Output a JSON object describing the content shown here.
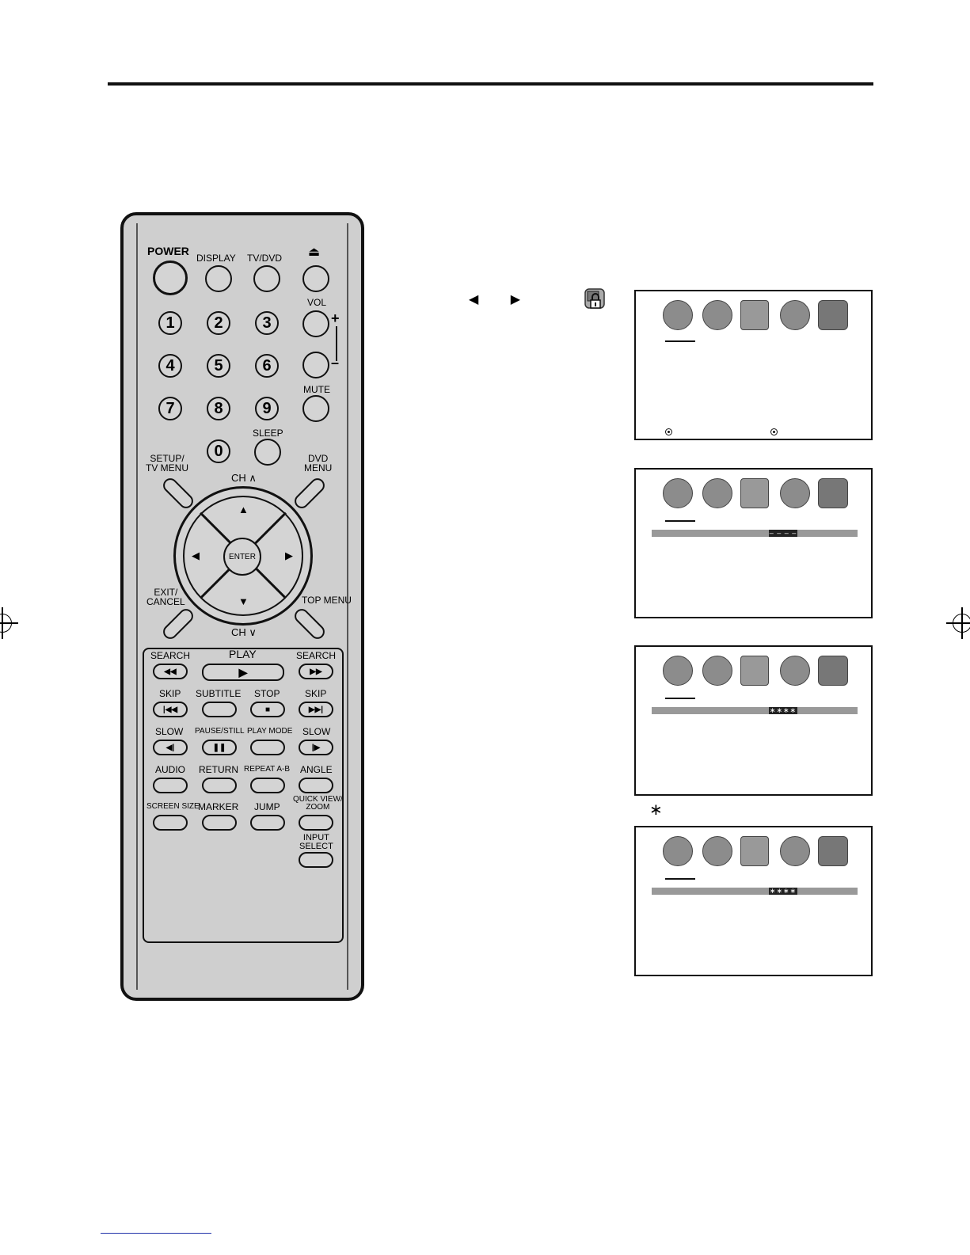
{
  "remote": {
    "row1": [
      "POWER",
      "DISPLAY",
      "TV/DVD"
    ],
    "vol": "VOL",
    "vol_plus": "+",
    "vol_minus": "–",
    "numbers": [
      "1",
      "2",
      "3",
      "4",
      "5",
      "6",
      "7",
      "8",
      "9",
      "0"
    ],
    "mute": "MUTE",
    "sleep": "SLEEP",
    "setup": "SETUP/\nTV MENU",
    "dvd_menu": "DVD\nMENU",
    "ch_up": "CH",
    "ch_down": "CH",
    "enter": "ENTER",
    "exit": "EXIT/\nCANCEL",
    "top_menu": "TOP MENU",
    "play": "PLAY",
    "search_l": "SEARCH",
    "search_r": "SEARCH",
    "skip_l": "SKIP",
    "subtitle": "SUBTITLE",
    "stop": "STOP",
    "skip_r": "SKIP",
    "slow_l": "SLOW",
    "pause": "PAUSE/STILL",
    "play_mode": "PLAY MODE",
    "slow_r": "SLOW",
    "audio": "AUDIO",
    "return": "RETURN",
    "repeat": "REPEAT A-B",
    "angle": "ANGLE",
    "screen_size": "SCREEN SIZE",
    "marker": "MARKER",
    "jump": "JUMP",
    "quick_view": "QUICK VIEW/\nZOOM",
    "input_select": "INPUT\nSELECT"
  },
  "instruction": {
    "arrows": "◀ ▶"
  },
  "screens": [
    {
      "code": ""
    },
    {
      "code": "– – – –"
    },
    {
      "code": "∗∗∗∗"
    },
    {
      "code": "∗∗∗∗"
    }
  ],
  "asterisk_note": "∗"
}
